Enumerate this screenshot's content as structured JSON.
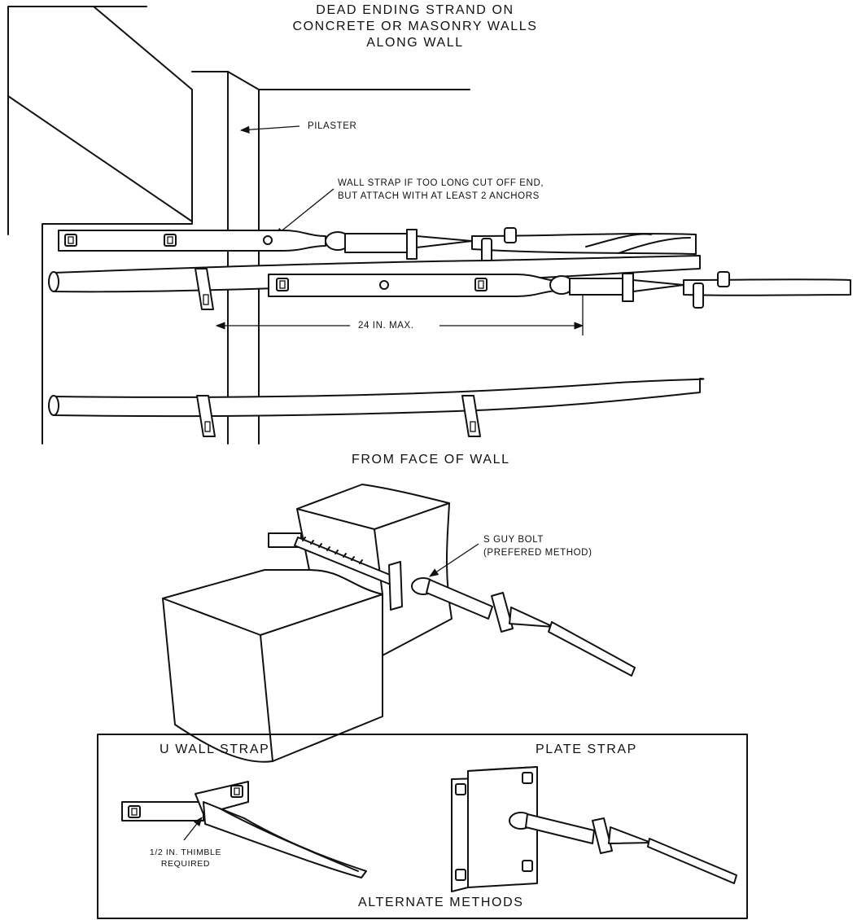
{
  "title": {
    "line1": "DEAD ENDING STRAND ON",
    "line2": "CONCRETE OR MASONRY WALLS",
    "line3": "ALONG WALL"
  },
  "labels": {
    "pilaster": "PILASTER",
    "wall_strap_line1": "WALL STRAP IF TOO LONG CUT OFF END,",
    "wall_strap_line2": "BUT ATTACH WITH AT LEAST 2 ANCHORS",
    "dimension": "24 IN. MAX.",
    "face_of_wall": "FROM FACE OF WALL",
    "guy_bolt_line1": "S GUY BOLT",
    "guy_bolt_line2": "(PREFERED METHOD)",
    "u_wall_strap": "U WALL STRAP",
    "plate_strap": "PLATE STRAP",
    "thimble_line1": "1/2 IN. THIMBLE",
    "thimble_line2": "REQUIRED",
    "alternate_methods": "ALTERNATE METHODS"
  }
}
